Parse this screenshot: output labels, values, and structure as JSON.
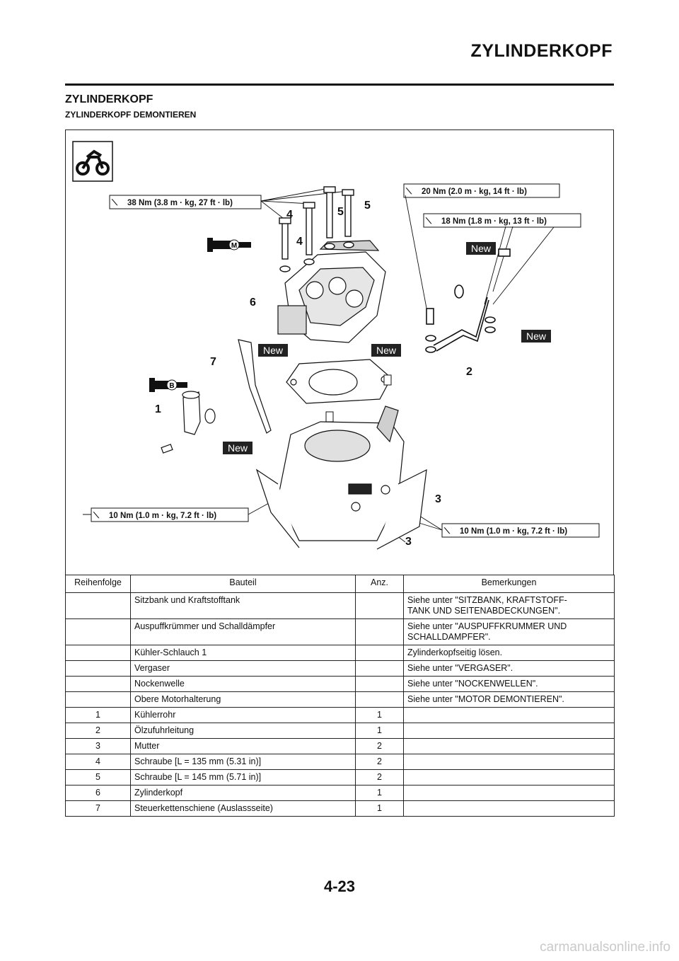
{
  "header": {
    "title": "ZYLINDERKOPF"
  },
  "section": {
    "title": "ZYLINDERKOPF",
    "subtitle": "ZYLINDERKOPF DEMONTIEREN"
  },
  "diagram": {
    "torque_labels": [
      "38 Nm (3.8 m · kg, 27 ft · lb)",
      "20 Nm (2.0 m · kg, 14 ft · lb)",
      "18 Nm (1.8 m · kg, 13 ft · lb)",
      "10 Nm (1.0 m · kg, 7.2 ft · lb)",
      "10 Nm (1.0 m · kg, 7.2 ft · lb)"
    ],
    "new_label": "New",
    "callouts": [
      "1",
      "2",
      "3",
      "3",
      "4",
      "4",
      "5",
      "5",
      "6",
      "7"
    ],
    "lube_m": "M",
    "lube_b": "B"
  },
  "table": {
    "headers": [
      "Reihenfolge",
      "Bauteil",
      "Anz.",
      "Bemerkungen"
    ],
    "rows": [
      {
        "seq": "",
        "part": "Sitzbank und Kraftstofftank",
        "qty": "",
        "remark": "Siehe unter \"SITZBANK, KRAFTSTOFF-\nTANK UND SEITENABDECKUNGEN\"."
      },
      {
        "seq": "",
        "part": "Auspuffkrümmer und Schalldämpfer",
        "qty": "",
        "remark": "Siehe unter \"AUSPUFFKRUMMER UND\nSCHALLDAMPFER\"."
      },
      {
        "seq": "",
        "part": "Kühler-Schlauch 1",
        "qty": "",
        "remark": "Zylinderkopfseitig lösen."
      },
      {
        "seq": "",
        "part": "Vergaser",
        "qty": "",
        "remark": "Siehe unter \"VERGASER\"."
      },
      {
        "seq": "",
        "part": "Nockenwelle",
        "qty": "",
        "remark": "Siehe unter \"NOCKENWELLEN\"."
      },
      {
        "seq": "",
        "part": "Obere Motorhalterung",
        "qty": "",
        "remark": "Siehe unter \"MOTOR DEMONTIEREN\"."
      },
      {
        "seq": "1",
        "part": "Kühlerrohr",
        "qty": "1",
        "remark": ""
      },
      {
        "seq": "2",
        "part": "Ölzufuhrleitung",
        "qty": "1",
        "remark": ""
      },
      {
        "seq": "3",
        "part": "Mutter",
        "qty": "2",
        "remark": ""
      },
      {
        "seq": "4",
        "part": "Schraube [L = 135 mm (5.31 in)]",
        "qty": "2",
        "remark": ""
      },
      {
        "seq": "5",
        "part": "Schraube [L = 145 mm (5.71 in)]",
        "qty": "2",
        "remark": ""
      },
      {
        "seq": "6",
        "part": "Zylinderkopf",
        "qty": "1",
        "remark": ""
      },
      {
        "seq": "7",
        "part": "Steuerkettenschiene (Auslassseite)",
        "qty": "1",
        "remark": ""
      }
    ]
  },
  "page_number": "4-23",
  "watermark": "carmanualsonline.info"
}
